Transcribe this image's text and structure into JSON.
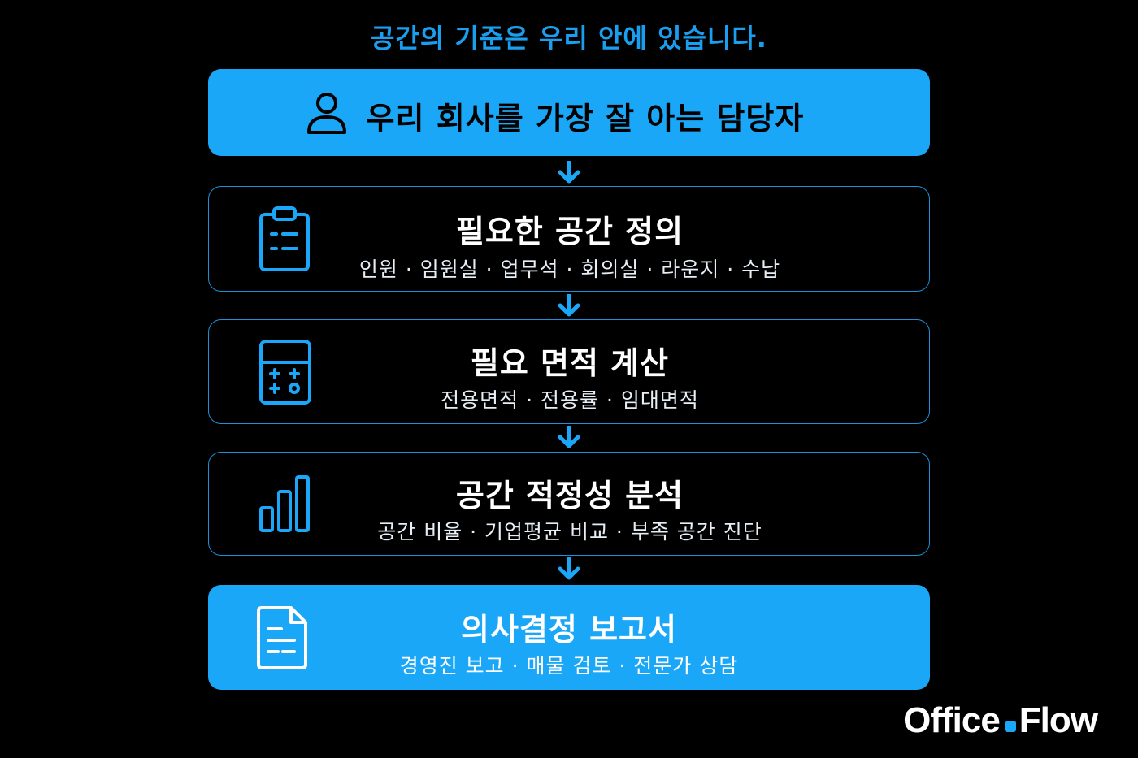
{
  "headline": "공간의 기준은 우리 안에 있습니다.",
  "steps": [
    {
      "title": "우리 회사를 가장 잘 아는 담당자",
      "icon": "person-icon"
    },
    {
      "title": "필요한 공간 정의",
      "subtitle": "인원 · 임원실 · 업무석 · 회의실 · 라운지 · 수납",
      "icon": "clipboard-icon"
    },
    {
      "title": "필요 면적 계산",
      "subtitle": "전용면적 · 전용률 · 임대면적",
      "icon": "calculator-icon"
    },
    {
      "title": "공간 적정성 분석",
      "subtitle": "공간 비율 · 기업평균 비교 · 부족 공간 진단",
      "icon": "bar-chart-icon"
    },
    {
      "title": "의사결정 보고서",
      "subtitle": "경영진 보고 · 매물 검토 · 전문가 상담",
      "icon": "document-icon"
    }
  ],
  "brand": {
    "left": "Office",
    "right": "Flow"
  },
  "colors": {
    "accent": "#1ba7f7",
    "background": "#000000",
    "text": "#ffffff"
  }
}
